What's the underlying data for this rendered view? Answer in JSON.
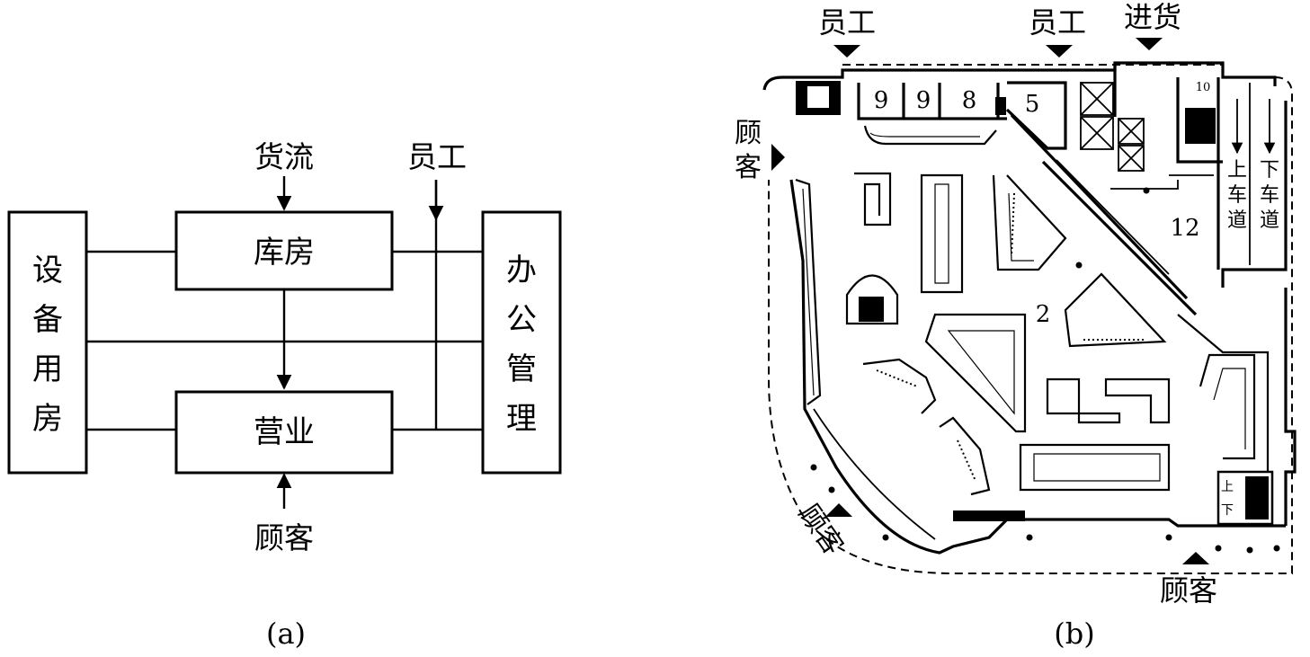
{
  "diagram_a": {
    "equipment": "设备用房",
    "warehouse": "库房",
    "sales": "营业",
    "office": "办公管理",
    "goods_flow": "货流",
    "staff": "员工",
    "customers": "顾客",
    "caption": "(a)"
  },
  "diagram_b": {
    "staff_left": "员工",
    "staff_right": "员工",
    "goods_in": "进货",
    "customers_top": "顾客",
    "customers_bottom_left": "顾客",
    "customers_bottom": "顾客",
    "ramp_up": "上车道",
    "ramp_down": "下车道",
    "room_9a": "9",
    "room_9b": "9",
    "room_8": "8",
    "room_5": "5",
    "room_10": "10",
    "room_12": "12",
    "room_2": "2",
    "stair_up": "上",
    "stair_down": "下",
    "caption": "(b)"
  }
}
